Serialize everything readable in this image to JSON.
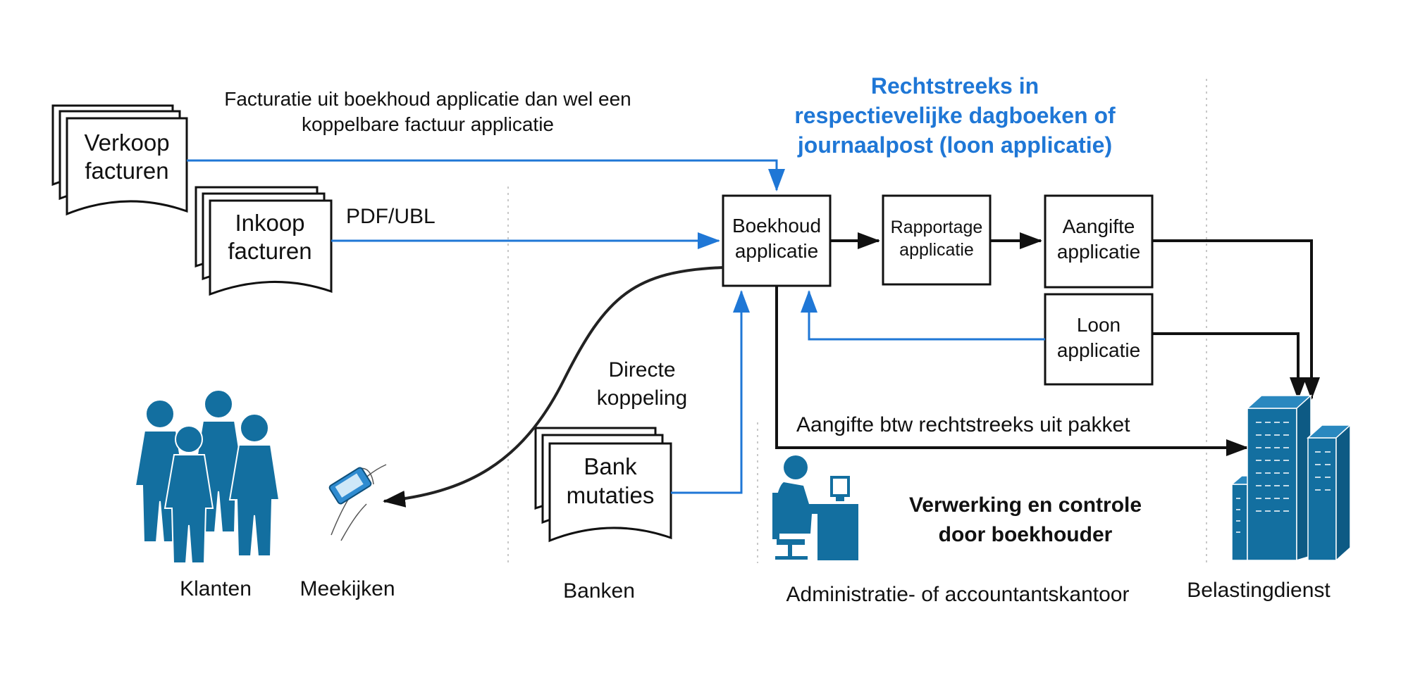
{
  "colors": {
    "accent_blue": "#1f77d6",
    "icon_blue": "#136fa0",
    "line_dark": "#111111",
    "divider": "#c8c8c8"
  },
  "documents": {
    "verkoop": {
      "line1": "Verkoop",
      "line2": "facturen"
    },
    "inkoop": {
      "line1": "Inkoop",
      "line2": "facturen"
    },
    "bank": {
      "line1": "Bank",
      "line2": "mutaties"
    }
  },
  "boxes": {
    "boekhoud": {
      "line1": "Boekhoud",
      "line2": "applicatie"
    },
    "rapportage": {
      "line1": "Rapportage",
      "line2": "applicatie"
    },
    "aangifte": {
      "line1": "Aangifte",
      "line2": "applicatie"
    },
    "loon": {
      "line1": "Loon",
      "line2": "applicatie"
    }
  },
  "labels": {
    "facturatie_line1": "Facturatie uit boekhoud applicatie dan wel een",
    "facturatie_line2": "koppelbare factuur applicatie",
    "pdf_ubl": "PDF/UBL",
    "rechtstreeks_line1": "Rechtstreeks in",
    "rechtstreeks_line2": "respectievelijke dagboeken of",
    "rechtstreeks_line3": "journaalpost (loon applicatie)",
    "directe_line1": "Directe",
    "directe_line2": "koppeling",
    "aangifte_btw": "Aangifte btw rechtstreeks uit pakket",
    "verwerking_line1": "Verwerking en controle",
    "verwerking_line2": "door boekhouder"
  },
  "captions": {
    "klanten": "Klanten",
    "meekijken": "Meekijken",
    "banken": "Banken",
    "kantoor": "Administratie- of accountantskantoor",
    "belastingdienst": "Belastingdienst"
  },
  "icons": [
    "people-icon",
    "phone-in-hand-icon",
    "accountant-at-desk-icon",
    "office-buildings-icon"
  ]
}
